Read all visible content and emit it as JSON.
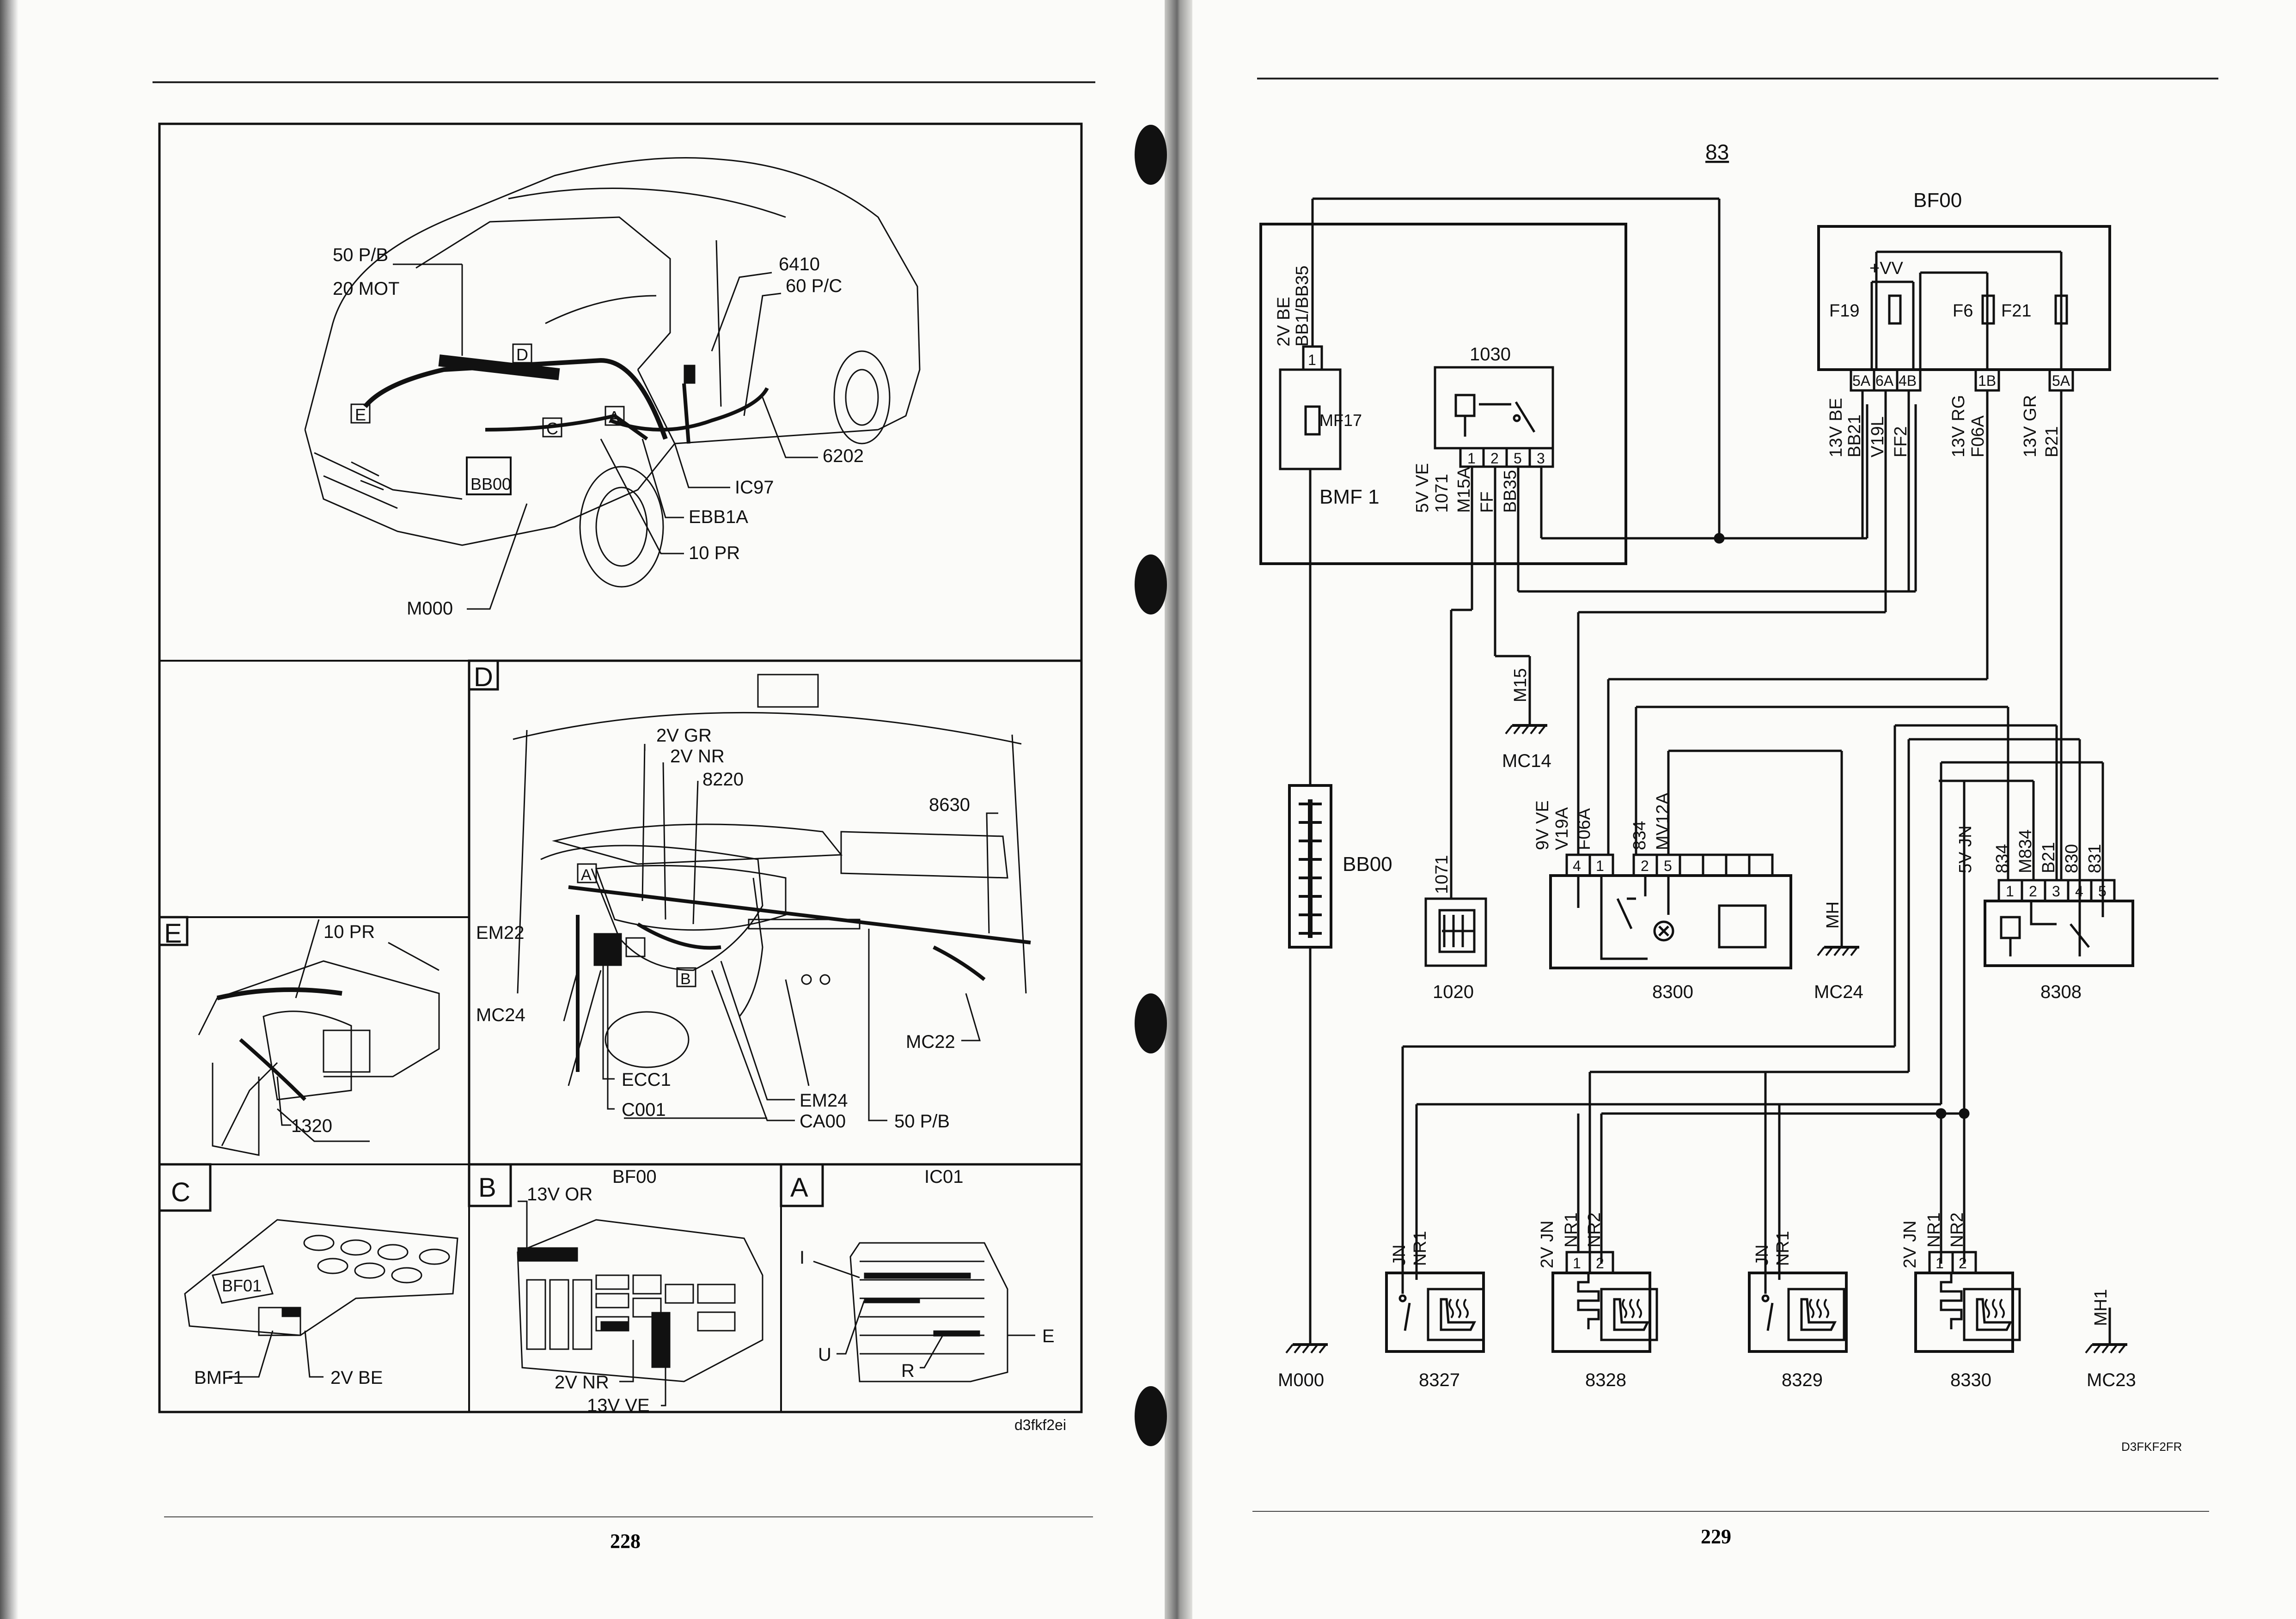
{
  "left_page": {
    "page_number": "228",
    "image_code": "d3fkf2ei",
    "vehicle_view": {
      "labels": {
        "p50": "50 P/B",
        "mot20": "20 MOT",
        "c6410": "6410",
        "pc60": "60 P/C",
        "c6202": "6202",
        "ic97": "IC97",
        "ebb1a": "EBB1A",
        "pr10": "10 PR",
        "m000": "M000",
        "bb00": "BB00",
        "D": "D",
        "E": "E",
        "C": "C",
        "A": "A"
      }
    },
    "dash_view": {
      "letter": "D",
      "labels": {
        "gr2v": "2V GR",
        "nr2v": "2V NR",
        "c8220": "8220",
        "c8630": "8630",
        "em22": "EM22",
        "mc24": "MC24",
        "ecc1": "ECC1",
        "c001": "C001",
        "em24": "EM24",
        "ca00": "CA00",
        "p50": "50 P/B",
        "mc22": "MC22",
        "A": "A",
        "B": "B"
      }
    },
    "engine_view": {
      "letter": "E",
      "labels": {
        "pr10": "10 PR",
        "c1320": "1320"
      }
    },
    "box_c": {
      "letter": "C",
      "labels": {
        "bf01": "BF01",
        "bmf1": "BMF1",
        "be2v": "2V BE"
      }
    },
    "box_b": {
      "letter": "B",
      "labels": {
        "bf00": "BF00",
        "or13v": "13V  OR",
        "nr2v": "2V  NR",
        "ve13v": "13V  VE"
      }
    },
    "box_a": {
      "letter": "A",
      "labels": {
        "ic01": "IC01",
        "I": "I",
        "U": "U",
        "R": "R",
        "E": "E"
      }
    }
  },
  "right_page": {
    "page_number": "229",
    "function_number": "83",
    "image_code": "D3FKF2FR",
    "bf00": {
      "title": "BF00",
      "vv": "+VV",
      "fuses": [
        "F19",
        "F6",
        "F21"
      ],
      "pins": [
        "5A",
        "6A",
        "4B",
        "1B",
        "5A"
      ]
    },
    "bmf1": {
      "title": "BMF 1",
      "fuse": "MF17",
      "pin": "1",
      "wire": [
        "2V BE",
        "BB1/BB35"
      ]
    },
    "relay_1030": {
      "title": "1030",
      "pins": [
        "1",
        "2",
        "5",
        "3"
      ]
    },
    "wire_labels": {
      "w1": [
        "5V VE",
        "1071"
      ],
      "w2": [
        "M15A"
      ],
      "w3": [
        "FF"
      ],
      "w4": [
        "BB35"
      ],
      "w5": [
        "13V BE",
        "BB21"
      ],
      "w6": [
        "V19L"
      ],
      "w7": [
        "FF2"
      ],
      "w8": [
        "13V RG",
        "F06A"
      ],
      "w9": [
        "13V GR",
        "B21"
      ]
    },
    "ground_m15": {
      "wire": "M15",
      "name": "MC14"
    },
    "bb00": {
      "label": "BB00"
    },
    "comp_1020": {
      "name": "1020",
      "wire": "1071"
    },
    "comp_8300": {
      "name": "8300",
      "pins": [
        "4",
        "1",
        "2",
        "5"
      ],
      "wires": [
        [
          "9V VE",
          "V19A"
        ],
        [
          "F06A"
        ],
        [
          "834"
        ],
        [
          "MV12A"
        ]
      ]
    },
    "ground_mh_mc24": {
      "wire": "MH",
      "name": "MC24"
    },
    "comp_8308": {
      "name": "8308",
      "pins": [
        "1",
        "2",
        "3",
        "4",
        "5"
      ],
      "wires": [
        [
          "5V JN",
          "834"
        ],
        [
          "M834"
        ],
        [
          "B21"
        ],
        [
          "830"
        ],
        [
          "831"
        ]
      ]
    },
    "seats": [
      {
        "name": "8327",
        "wires": [
          [
            "JN"
          ],
          [
            "NR1"
          ]
        ]
      },
      {
        "name": "8328",
        "wires": [
          [
            "2V JN"
          ],
          [
            "NR1"
          ],
          [
            "NR2"
          ]
        ],
        "pins": [
          "1",
          "2"
        ]
      },
      {
        "name": "8329",
        "wires": [
          [
            "JN"
          ],
          [
            "NR1"
          ]
        ]
      },
      {
        "name": "8330",
        "wires": [
          [
            "2V JN"
          ],
          [
            "NR1"
          ],
          [
            "NR2"
          ]
        ],
        "pins": [
          "1",
          "2"
        ]
      }
    ],
    "ground_m000": {
      "name": "M000"
    },
    "ground_mc23": {
      "wire": "MH1",
      "name": "MC23"
    }
  }
}
